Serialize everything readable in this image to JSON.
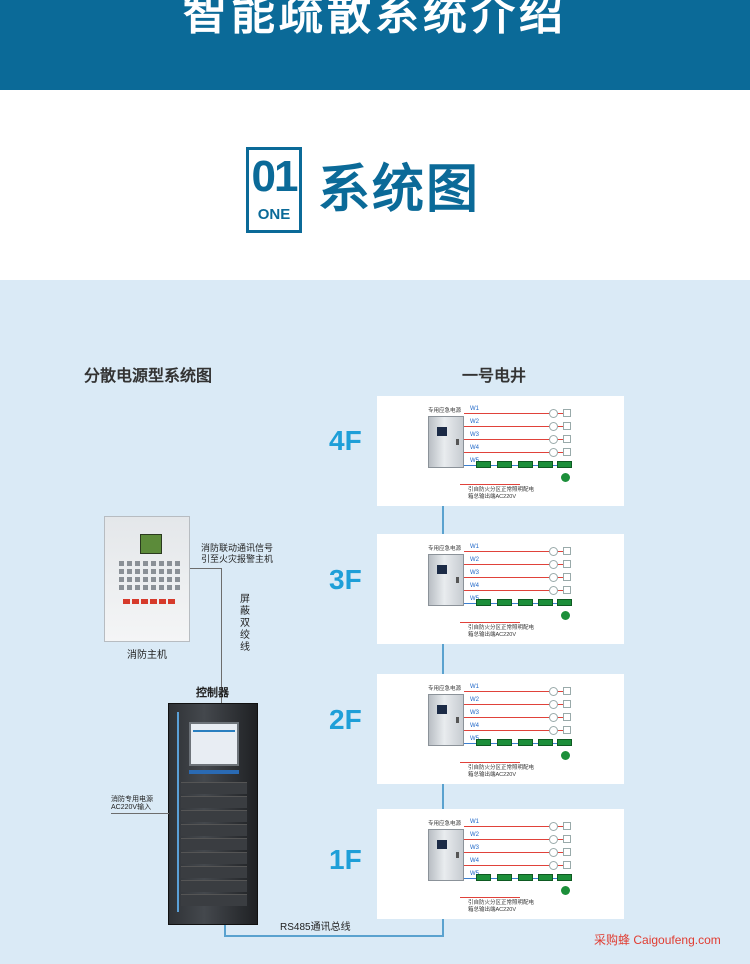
{
  "banner": {
    "title": "智能疏散系统介绍"
  },
  "section": {
    "number": "01",
    "number_word": "ONE",
    "title": "系统图"
  },
  "diagram": {
    "left_title": "分散电源型系统图",
    "right_title": "一号电井",
    "fire_host_label": "消防主机",
    "signal_note_line1": "消防联动通讯信号",
    "signal_note_line2": "引至火灾报警主机",
    "shielded_wire": "屏蔽双绞线",
    "controller_label": "控制器",
    "power_input_line1": "消防专用电源",
    "power_input_line2": "AC220V输入",
    "bus_label": "RS485通讯总线",
    "floors": [
      {
        "label": "4F"
      },
      {
        "label": "3F"
      },
      {
        "label": "2F"
      },
      {
        "label": "1F"
      }
    ],
    "card": {
      "power_title": "专用应急电源",
      "circuits": [
        "W1",
        "W2",
        "W3",
        "W4",
        "W5"
      ],
      "note_line1": "引自防火分区正常照明配电",
      "note_line2": "箱总输出端AC220V"
    }
  },
  "watermark": {
    "cn": "采购蜂",
    "en": "Caigoufeng.com"
  },
  "colors": {
    "brand_blue": "#0b6a98",
    "floor_blue": "#1e9fd8",
    "bg_light_blue": "#daeaf6",
    "wire_red": "#e0423a",
    "wire_blue": "#3a7fd0",
    "exit_green": "#1c8f3a"
  }
}
